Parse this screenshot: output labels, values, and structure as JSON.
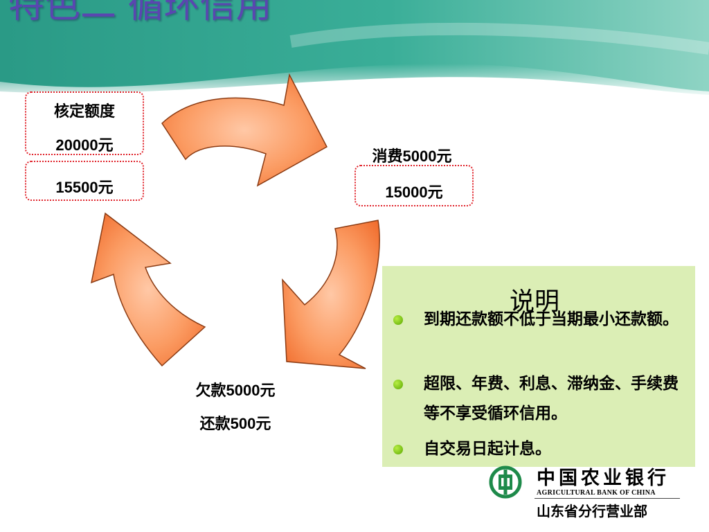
{
  "slide": {
    "title": "特色二  循环信用"
  },
  "cycle": {
    "credit_limit_label": "核定额度",
    "credit_limit_value": "20000元",
    "remaining_after_repay": "15500元",
    "spend_label": "消费5000元",
    "remaining_after_spend": "15000元",
    "owed_label": "欠款5000元",
    "repay_label": "还款500元"
  },
  "notes": {
    "title": "说明",
    "items": [
      "到期还款额不低于当期最小还款额。",
      "超限、年费、利息、滞纳金、手续费等不享受循环信用。",
      "自交易日起计息。"
    ]
  },
  "logo": {
    "name_cn": "中国农业银行",
    "name_en": "AGRICULTURAL BANK OF CHINA",
    "branch": "山东省分行营业部"
  },
  "colors": {
    "header_teal": "#2e9a86",
    "arrow_orange": "#f98a4c",
    "dotted_border": "#e0222a",
    "panel_green": "#dbeeb5",
    "bullet_green": "#6cc000",
    "title_purple": "#5a46b0",
    "logo_green": "#1e8a4a"
  }
}
